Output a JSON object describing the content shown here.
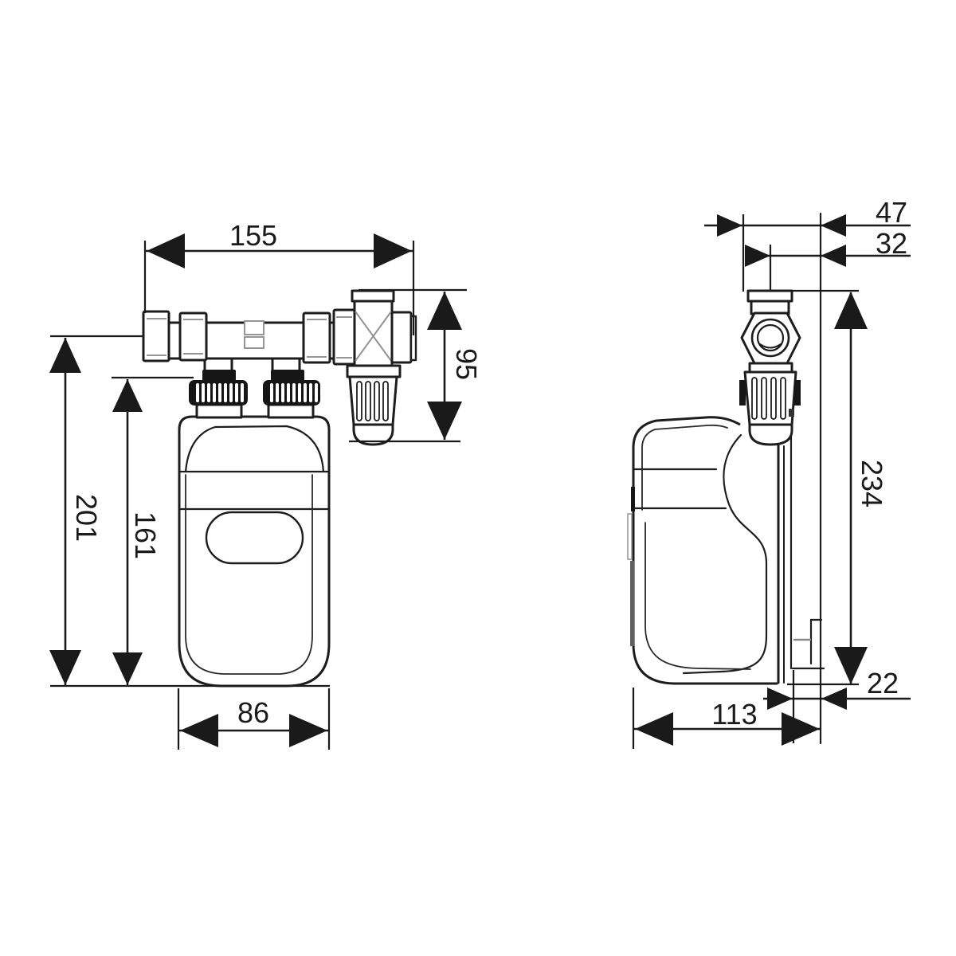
{
  "drawing": {
    "type": "technical-dimension-drawing",
    "subject": "inline water heater with tee fitting and relief valve, front and side orthographic views",
    "units_implied": "mm",
    "colors": {
      "line": "#1d1d1d",
      "arrow": "#1a1a1a",
      "shade": "#949494",
      "background": "#ffffff"
    },
    "views": {
      "front": {
        "name": "front view",
        "dims": {
          "width": "155",
          "valve_height": "95",
          "height": "201",
          "body_height": "161",
          "body_width": "86"
        }
      },
      "side": {
        "name": "side view",
        "dims": {
          "valve_offset": "47",
          "pipe_center_offset": "32",
          "height": "234",
          "wall_gap": "22",
          "depth": "113"
        }
      }
    }
  }
}
